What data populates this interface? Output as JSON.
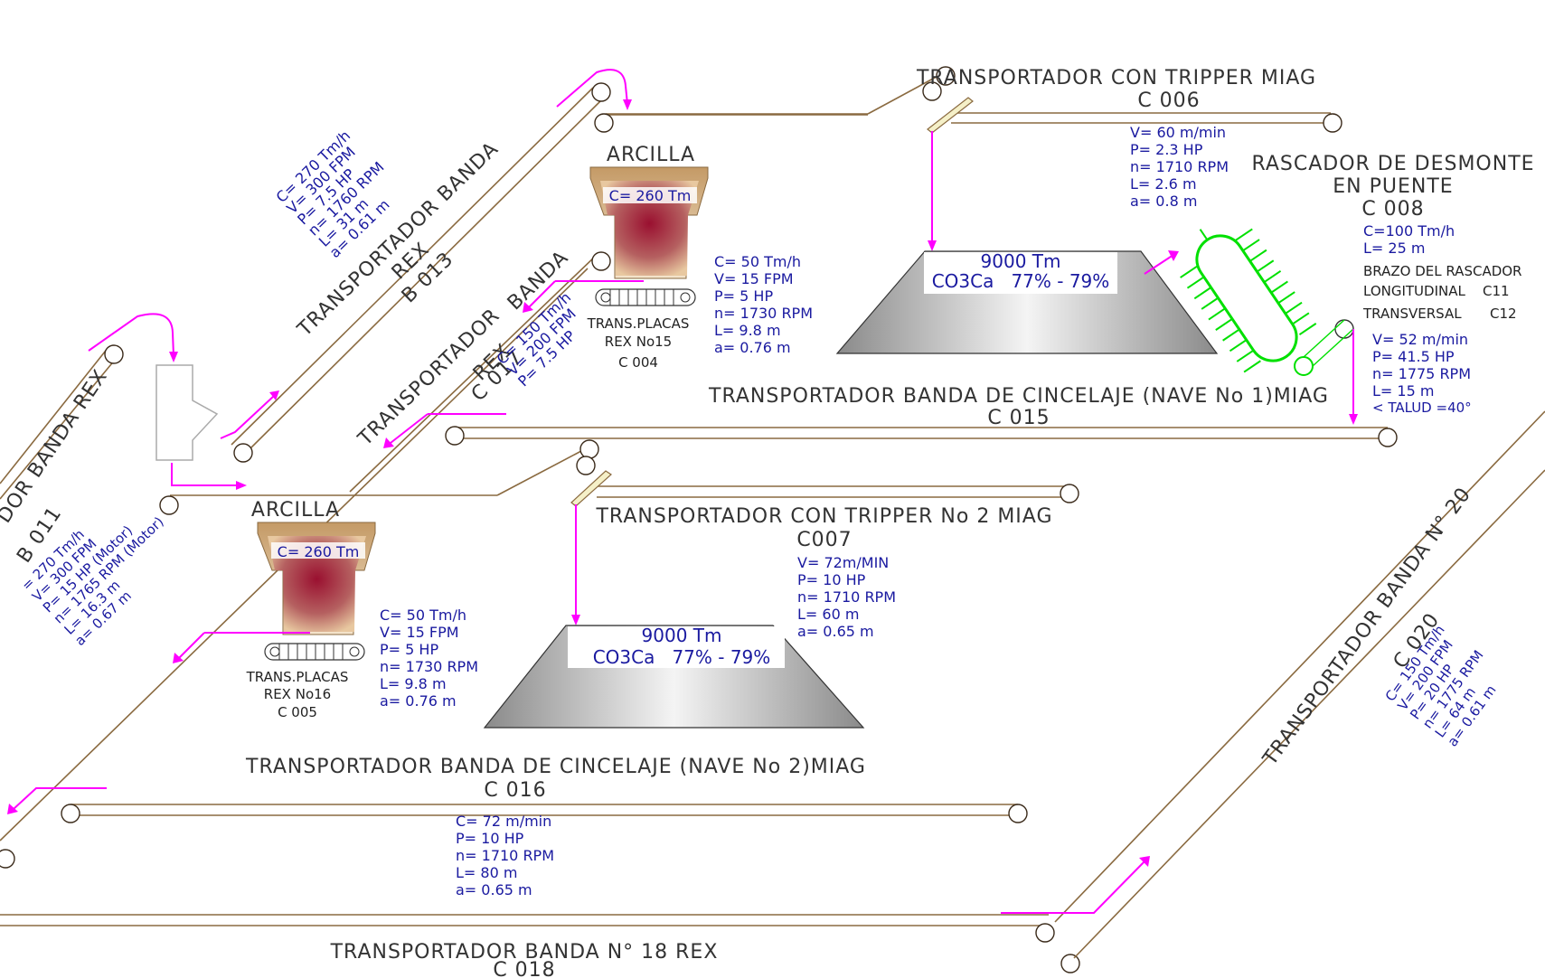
{
  "colors": {
    "belt": "#8a6a40",
    "flow_arrow": "#ff00ff",
    "label_blue": "#1a1aa0",
    "title_dark": "#333333",
    "rascador_green": "#00e000",
    "hopper_top": "#d9b98a",
    "hopper_core": "#9a1030"
  },
  "conveyors": {
    "c006": {
      "title": "TRANSPORTADOR CON TRIPPER MIAG",
      "code": "C 006",
      "specs": [
        "V= 60 m/min",
        "P= 2.3 HP",
        "n= 1710 RPM",
        "L= 2.6 m",
        "a= 0.8 m"
      ]
    },
    "c008": {
      "title1": "RASCADOR DE DESMONTE",
      "title2": "EN PUENTE",
      "code": "C 008",
      "specs": [
        "C=100 Tm/h",
        "L= 25 m"
      ],
      "brazo": "BRAZO DEL RASCADOR",
      "longitudinal": "LONGITUDINAL",
      "c11": "C11",
      "transversal": "TRANSVERSAL",
      "c12": "C12",
      "specs2": [
        "V= 52 m/min",
        "P= 41.5 HP",
        "n= 1775 RPM",
        "L= 15 m",
        "< TALUD =40°"
      ]
    },
    "c015": {
      "title": "TRANSPORTADOR BANDA DE CINCELAJE (NAVE No 1)MIAG",
      "code": "C 015"
    },
    "c007": {
      "title": "TRANSPORTADOR CON TRIPPER No 2 MIAG",
      "code": "C007",
      "specs": [
        "V= 72m/MIN",
        "P= 10 HP",
        "n= 1710 RPM",
        "L= 60 m",
        "a= 0.65 m"
      ]
    },
    "c016": {
      "title": "TRANSPORTADOR BANDA DE CINCELAJE (NAVE No 2)MIAG",
      "code": "C 016",
      "specs": [
        "C= 72 m/min",
        "P= 10 HP",
        "n= 1710 RPM",
        "L= 80 m",
        "a= 0.65 m"
      ]
    },
    "c018": {
      "title": "TRANSPORTADOR BANDA N° 18 REX",
      "code": "C 018"
    },
    "b013": {
      "title1": "TRANSPORTADOR BANDA",
      "title2": "REX",
      "code": "B 013",
      "specs": [
        "C= 270 Tm/h",
        "V= 300 FPM",
        "P= 7.5 HP",
        "n= 1760 RPM",
        "L= 31 m",
        "a= 0.61 m"
      ]
    },
    "c017": {
      "title1": "TRANSPORTADOR",
      "title2": "BANDA",
      "title3": "REX",
      "code": "C 017",
      "specs": [
        "C= 150 Tm/h",
        "V= 200 FPM",
        "P= 7.5 HP"
      ]
    },
    "b011": {
      "title1": "DOR BANDA REX",
      "code": "B 011",
      "specs": [
        "= 270 Tm/h",
        "V= 300 FPM",
        "P= 15 HP (Motor)",
        "n= 1765 RPM (Motor)",
        "L= 16.3 m",
        "a= 0.67 m"
      ]
    },
    "c020": {
      "title": "TRANSPORTADOR BANDA N° 20",
      "code": "C 020",
      "specs": [
        "C= 150 Tm/h",
        "V= 200 FPM",
        "P= 20 HP",
        "n= 1775 RPM",
        "L= 64 m",
        "a= 0.61 m"
      ]
    }
  },
  "hoppers": {
    "h1": {
      "label": "ARCILLA",
      "capacity": "C= 260 Tm",
      "feeder": [
        "TRANS.PLACAS",
        "REX No15",
        "C 004"
      ],
      "specs": [
        "C= 50 Tm/h",
        "V= 15 FPM",
        "P= 5 HP",
        "n= 1730 RPM",
        "L= 9.8 m",
        "a= 0.76 m"
      ]
    },
    "h2": {
      "label": "ARCILLA",
      "capacity": "C= 260 Tm",
      "feeder": [
        "TRANS.PLACAS",
        "REX No16",
        "C 005"
      ],
      "specs": [
        "C= 50 Tm/h",
        "V= 15 FPM",
        "P= 5 HP",
        "n= 1730 RPM",
        "L= 9.8 m",
        "a= 0.76 m"
      ]
    }
  },
  "piles": {
    "p1": {
      "tonnage": "9000 Tm",
      "composition": "CO3Ca   77% - 79%"
    },
    "p2": {
      "tonnage": "9000 Tm",
      "composition": "CO3Ca   77% - 79%"
    }
  }
}
